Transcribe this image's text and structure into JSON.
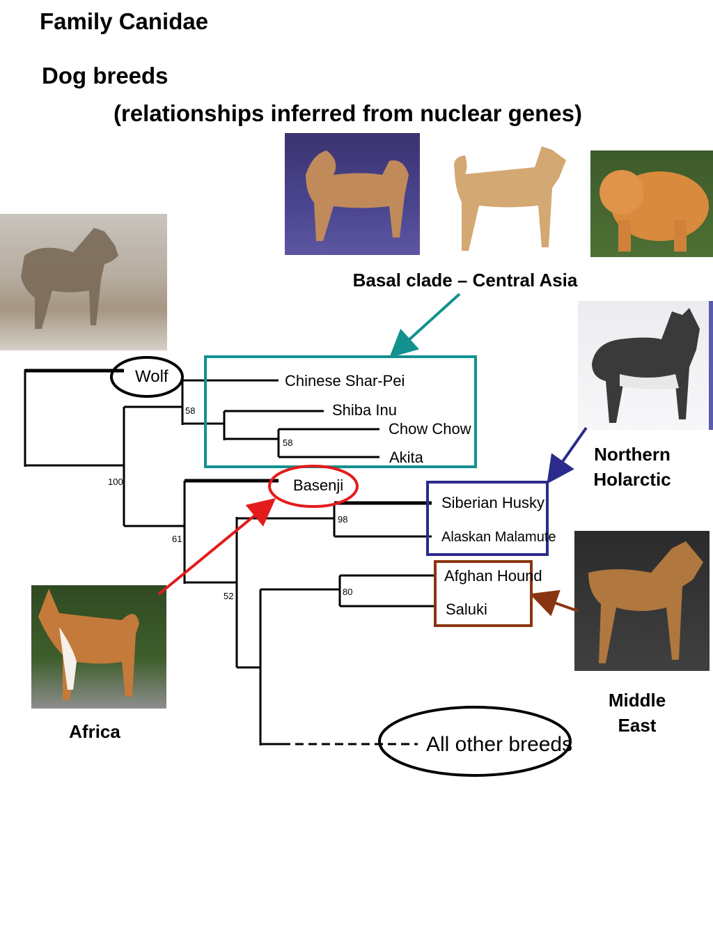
{
  "titles": {
    "family": "Family Canidae",
    "breeds": "Dog breeds",
    "subtitle": "(relationships inferred from nuclear genes)"
  },
  "captions": {
    "basal": "Basal clade – Central Asia",
    "northern_line1": "Northern",
    "northern_line2": "Holarctic",
    "middle_line1": "Middle",
    "middle_line2": "East",
    "africa": "Africa"
  },
  "tree": {
    "leaves": {
      "wolf": "Wolf",
      "shar_pei": "Chinese Shar-Pei",
      "shiba": "Shiba Inu",
      "chow": "Chow Chow",
      "akita": "Akita",
      "basenji": "Basenji",
      "husky": "Siberian Husky",
      "malamute": "Alaskan Malamute",
      "afghan": "Afghan Hound",
      "saluki": "Saluki",
      "others": "All other breeds"
    },
    "support": {
      "root": "100",
      "basal_clade": "58",
      "chow_akita": "58",
      "basenji_node": "61",
      "rest_node": "52",
      "arctic": "98",
      "middle_east": "80"
    }
  },
  "photos": {
    "wolf": "wolf photo",
    "shar_pei": "shar-pei photo",
    "akita": "akita photo",
    "chow": "chow chow photo",
    "husky": "husky photo",
    "saluki": "saluki photo",
    "basenji": "basenji photo"
  },
  "colors": {
    "basal_box": "#12918f",
    "northern_box": "#2b2b8c",
    "middle_box": "#8a3512",
    "basenji_oval": "#e31b1b",
    "wolf_oval": "#000000"
  }
}
